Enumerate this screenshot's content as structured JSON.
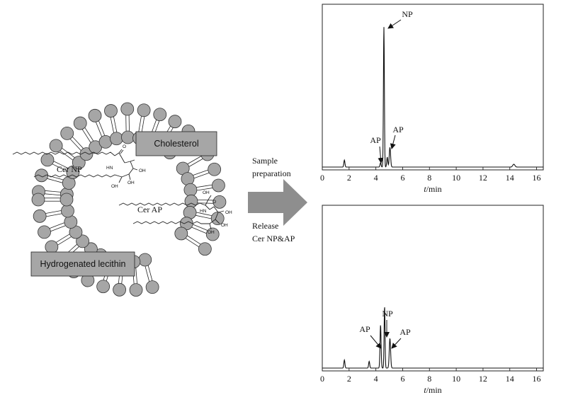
{
  "liposome": {
    "box_cholesterol": "Cholesterol",
    "box_lecithin": "Hydrogenated lecithin",
    "label_cer_np": "Cer NP",
    "label_cer_ap": "Cer AP",
    "chem_labels": {
      "oh": "OH",
      "hn": "HN",
      "o": "O"
    }
  },
  "process": {
    "top_text": [
      "Sample",
      "preparation"
    ],
    "bottom_text": [
      "Release",
      "Cer NP&AP"
    ]
  },
  "chart_data": [
    {
      "type": "line",
      "xlabel_italic": "t",
      "xlabel_unit": "/min",
      "xlim": [
        0,
        16.5
      ],
      "x_ticks": [
        0,
        2,
        4,
        6,
        8,
        10,
        12,
        14,
        16
      ],
      "annotations": [
        {
          "text": "NP",
          "x": 4.6
        },
        {
          "text": "AP",
          "x": 4.3
        },
        {
          "text": "AP",
          "x": 5.1
        }
      ],
      "series": [
        {
          "peaks": [
            {
              "x": 1.65,
              "h": 0.05,
              "w": 0.04
            },
            {
              "x": 4.35,
              "h": 0.03,
              "w": 0.04
            },
            {
              "x": 4.6,
              "h": 1.0,
              "w": 0.035
            },
            {
              "x": 4.85,
              "h": 0.07,
              "w": 0.04
            },
            {
              "x": 5.05,
              "h": 0.14,
              "w": 0.05
            },
            {
              "x": 14.3,
              "h": 0.02,
              "w": 0.08
            }
          ]
        }
      ]
    },
    {
      "type": "line",
      "xlabel_italic": "t",
      "xlabel_unit": "/min",
      "xlim": [
        0,
        16.5
      ],
      "x_ticks": [
        0,
        2,
        4,
        6,
        8,
        10,
        12,
        14,
        16
      ],
      "annotations": [
        {
          "text": "AP",
          "x": 4.3
        },
        {
          "text": "NP",
          "x": 4.65
        },
        {
          "text": "AP",
          "x": 5.1
        }
      ],
      "series": [
        {
          "peaks": [
            {
              "x": 1.65,
              "h": 0.06,
              "w": 0.04
            },
            {
              "x": 3.5,
              "h": 0.05,
              "w": 0.04
            },
            {
              "x": 4.35,
              "h": 0.32,
              "w": 0.04
            },
            {
              "x": 4.65,
              "h": 0.46,
              "w": 0.035
            },
            {
              "x": 5.05,
              "h": 0.22,
              "w": 0.05
            }
          ]
        }
      ]
    }
  ]
}
